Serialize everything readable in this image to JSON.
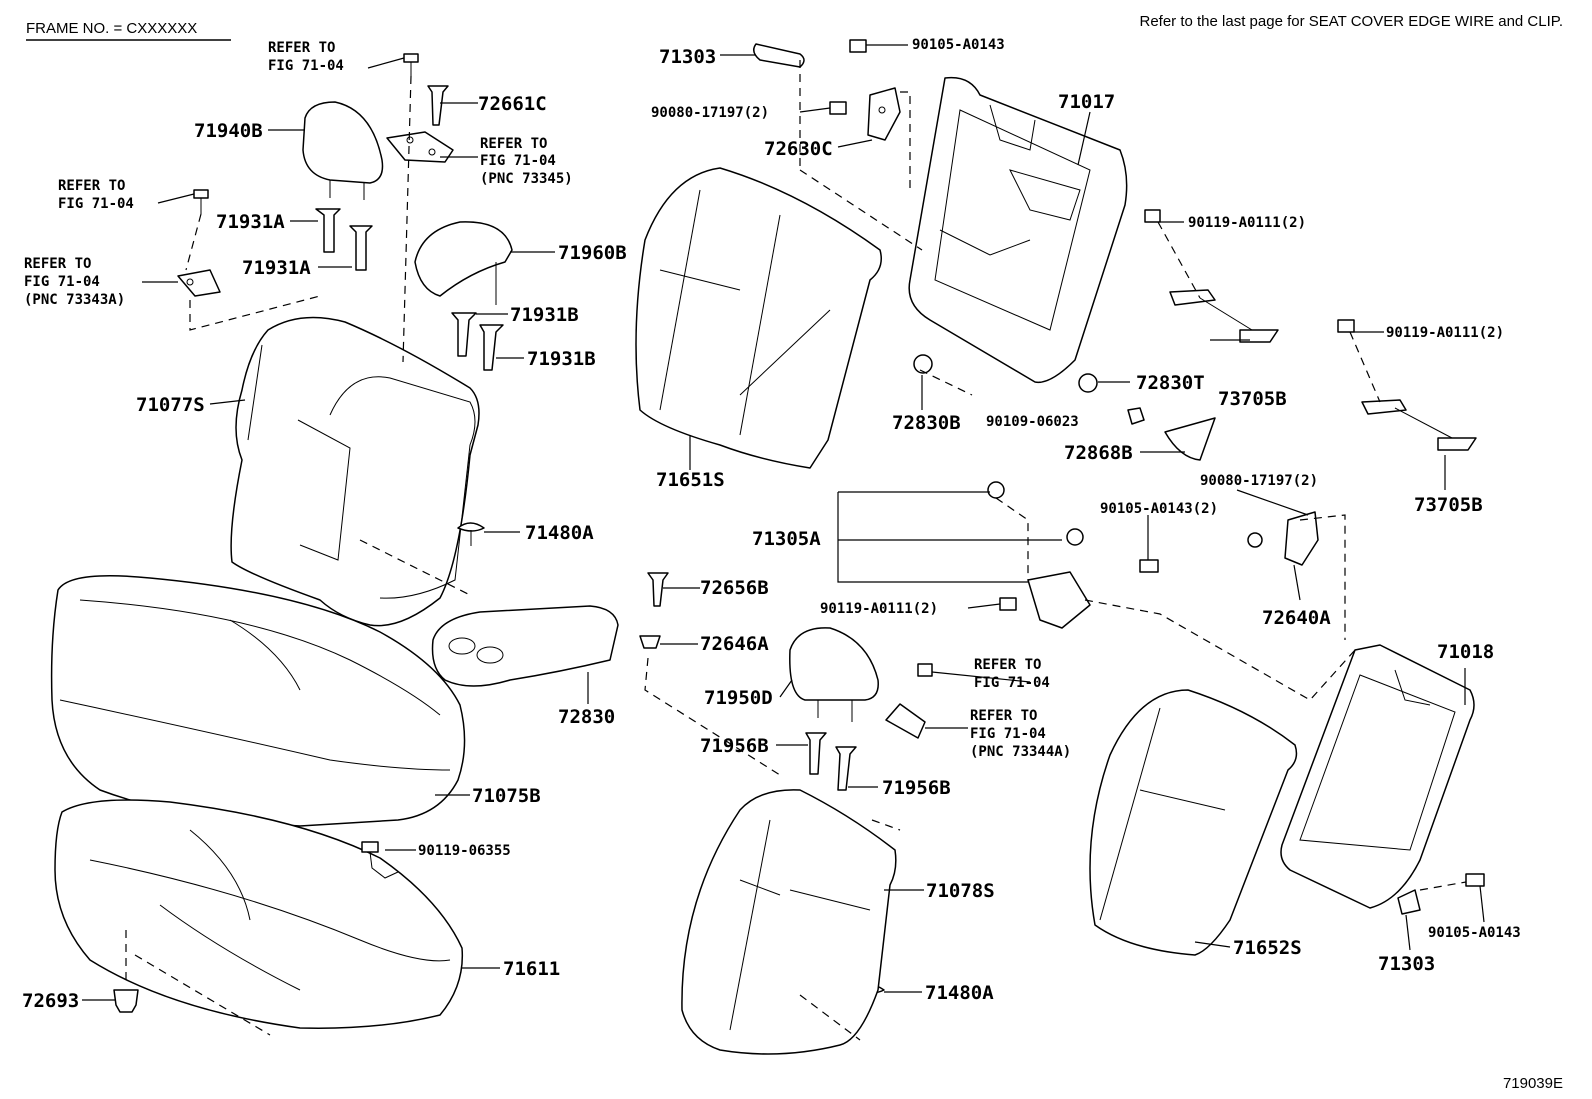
{
  "frame_note": "FRAME NO. = CXXXXXX",
  "top_note": "Refer to the last page for SEAT COVER EDGE WIRE and CLIP.",
  "figure_id": "719039E",
  "parts": [
    "71303",
    "90105-A0143",
    "90080-17197(2)",
    "72630C",
    "71017",
    "90119-A0111(2)",
    "72661C",
    "71940B",
    "71931A",
    "71931A",
    "71960B",
    "71931B",
    "71931B",
    "71077S",
    "71651S",
    "72830B",
    "72830T",
    "90109-06023",
    "72868B",
    "73705B",
    "90119-A0111(2)",
    "73705B",
    "71305A",
    "90105-A0143(2)",
    "90080-17197(2)",
    "72640A",
    "71480A",
    "72656B",
    "72646A",
    "90119-A0111(2)",
    "72830",
    "71950D",
    "71956B",
    "71956B",
    "71018",
    "71075B",
    "90119-06355",
    "71078S",
    "71652S",
    "71303",
    "90105-A0143",
    "71611",
    "72693",
    "71480A"
  ],
  "refs": [
    [
      "REFER TO",
      "FIG 71-04"
    ],
    [
      "REFER TO",
      "FIG 71-04",
      "(PNC 73345)"
    ],
    [
      "REFER TO",
      "FIG 71-04"
    ],
    [
      "REFER TO",
      "FIG 71-04",
      "(PNC 73343A)"
    ],
    [
      "REFER TO",
      "FIG 71-04"
    ],
    [
      "REFER TO",
      "FIG 71-04",
      "(PNC 73344A)"
    ]
  ]
}
